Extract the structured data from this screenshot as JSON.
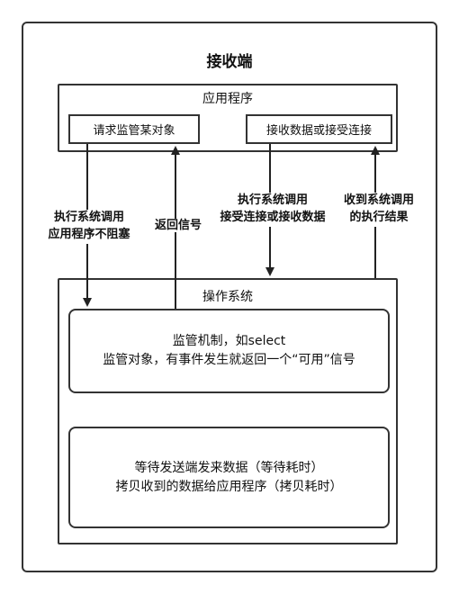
{
  "title": "接收端",
  "application": {
    "title": "应用程序",
    "request_box": "请求监管某对象",
    "receive_box": "接收数据或接受连接"
  },
  "os": {
    "title": "操作系统",
    "monitor": {
      "line1": "监管机制，如select",
      "line2": "监管对象，有事件发生就返回一个“可用”信号"
    },
    "wait": {
      "line1": "等待发送端发来数据（等待耗时）",
      "line2": "拷贝收到的数据给应用程序（拷贝耗时）"
    }
  },
  "arrow_labels": {
    "syscall_nonblocking": {
      "line1": "执行系统调用",
      "line2": "应用程序不阻塞"
    },
    "return_signal": "返回信号",
    "syscall_receive": {
      "line1": "执行系统调用",
      "line2": "接受连接或接收数据"
    },
    "syscall_result": {
      "line1": "收到系统调用",
      "line2": "的执行结果"
    }
  }
}
